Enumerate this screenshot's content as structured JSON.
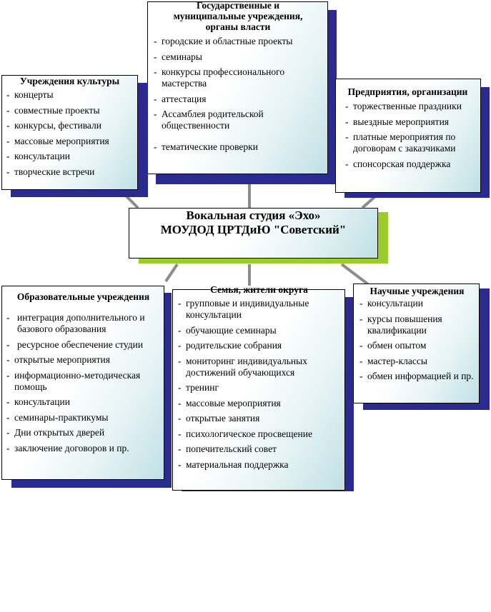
{
  "center": {
    "line1": "Вокальная студия «Эхо»",
    "line2": "МОУДОД ЦРТДиЮ \"Советский\""
  },
  "government": {
    "title": "Государственные и муниципальные учреждения, органы власти",
    "items": [
      "городские и областные проекты",
      "семинары",
      "конкурсы профессионального мастерства",
      "аттестация",
      "Ассамблея родительской общественности",
      "тематические проверки"
    ]
  },
  "culture": {
    "title": "Учреждения культуры",
    "items": [
      "концерты",
      "совместные проекты",
      "конкурсы, фестивали",
      "массовые мероприятия",
      "консультации",
      "творческие встречи"
    ]
  },
  "enterprises": {
    "title": "Предприятия, организации",
    "items": [
      "торжественные праздники",
      "выездные мероприятия",
      "платные мероприятия по договорам с заказчиками",
      "спонсорская поддержка"
    ]
  },
  "education": {
    "title": "Образовательные учреждения",
    "items": [
      "интеграция дополнительного и базового образования",
      "ресурсное обеспечение студии",
      "открытые мероприятия",
      "информационно-методическая помощь",
      "консультации",
      "семинары-практикумы",
      "Дни открытых дверей",
      "заключение договоров и пр."
    ]
  },
  "family": {
    "title": "Семья, жители округа",
    "items": [
      "групповые и индивидуальные консультации",
      "обучающие семинары",
      "родительские собрания",
      "мониторинг индивидуальных достижений обучающихся",
      "тренинг",
      "массовые мероприятия",
      "открытые занятия",
      "психологическое просвещение",
      "попечительский совет",
      "материальная поддержка"
    ]
  },
  "science": {
    "title": "Научные учреждения",
    "items": [
      "консультации",
      "курсы повышения квалификации",
      "обмен опытом",
      "мастер-классы",
      "обмен информацией и пр."
    ]
  }
}
